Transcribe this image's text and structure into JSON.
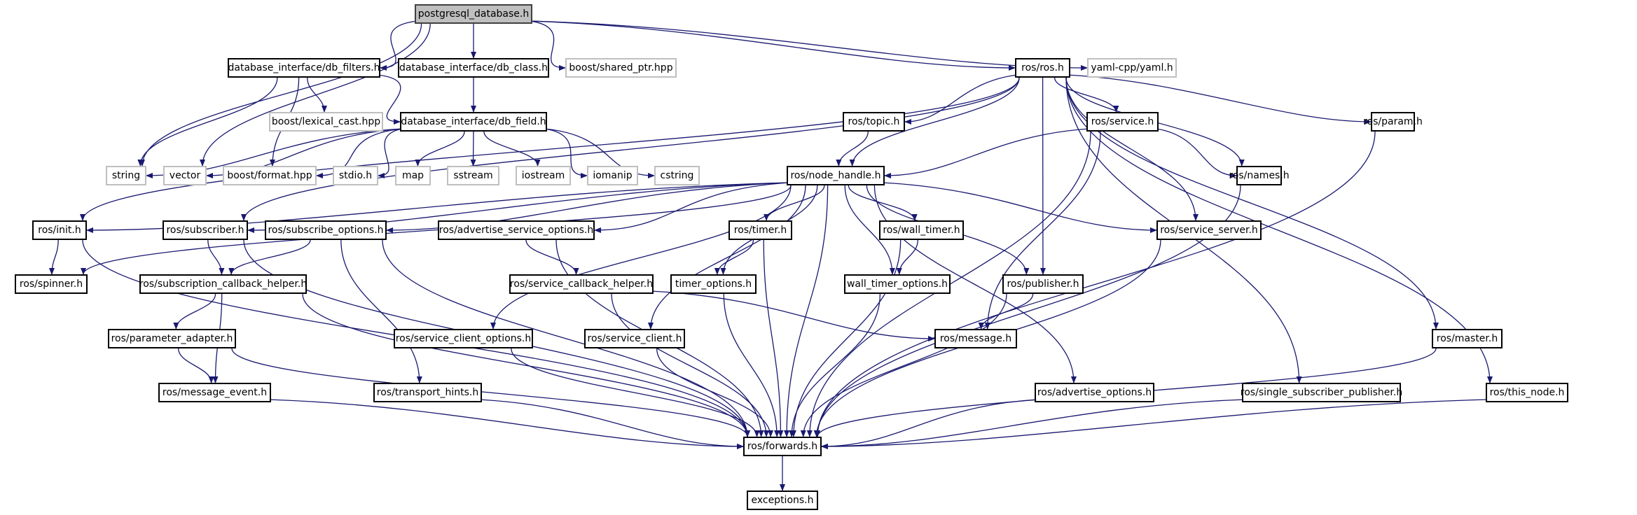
{
  "graph": {
    "type": "include-dependency-graph",
    "edge_color": "#191970",
    "root_fill": "#bfbfbf",
    "external_border": "#bfbfbf",
    "nodes": [
      {
        "id": "postgresql_database",
        "label": "postgresql_database.h",
        "kind": "root"
      },
      {
        "id": "db_filters",
        "label": "database_interface/db_filters.h",
        "kind": "local"
      },
      {
        "id": "db_class",
        "label": "database_interface/db_class.h",
        "kind": "local"
      },
      {
        "id": "shared_ptr",
        "label": "boost/shared_ptr.hpp",
        "kind": "external"
      },
      {
        "id": "ros",
        "label": "ros/ros.h",
        "kind": "local"
      },
      {
        "id": "yaml",
        "label": "yaml-cpp/yaml.h",
        "kind": "external"
      },
      {
        "id": "lexical_cast",
        "label": "boost/lexical_cast.hpp",
        "kind": "external"
      },
      {
        "id": "db_field",
        "label": "database_interface/db_field.h",
        "kind": "local"
      },
      {
        "id": "topic",
        "label": "ros/topic.h",
        "kind": "local"
      },
      {
        "id": "service",
        "label": "ros/service.h",
        "kind": "local"
      },
      {
        "id": "param",
        "label": "ros/param.h",
        "kind": "local"
      },
      {
        "id": "string",
        "label": "string",
        "kind": "external"
      },
      {
        "id": "vector",
        "label": "vector",
        "kind": "external"
      },
      {
        "id": "format",
        "label": "boost/format.hpp",
        "kind": "external"
      },
      {
        "id": "stdio",
        "label": "stdio.h",
        "kind": "external"
      },
      {
        "id": "map",
        "label": "map",
        "kind": "external"
      },
      {
        "id": "sstream",
        "label": "sstream",
        "kind": "external"
      },
      {
        "id": "iostream",
        "label": "iostream",
        "kind": "external"
      },
      {
        "id": "iomanip",
        "label": "iomanip",
        "kind": "external"
      },
      {
        "id": "cstring",
        "label": "cstring",
        "kind": "external"
      },
      {
        "id": "node_handle",
        "label": "ros/node_handle.h",
        "kind": "local"
      },
      {
        "id": "names",
        "label": "ros/names.h",
        "kind": "local"
      },
      {
        "id": "init",
        "label": "ros/init.h",
        "kind": "local"
      },
      {
        "id": "subscriber",
        "label": "ros/subscriber.h",
        "kind": "local"
      },
      {
        "id": "subscribe_options",
        "label": "ros/subscribe_options.h",
        "kind": "local"
      },
      {
        "id": "advertise_service_options",
        "label": "ros/advertise_service_options.h",
        "kind": "local"
      },
      {
        "id": "timer",
        "label": "ros/timer.h",
        "kind": "local"
      },
      {
        "id": "wall_timer",
        "label": "ros/wall_timer.h",
        "kind": "local"
      },
      {
        "id": "service_server",
        "label": "ros/service_server.h",
        "kind": "local"
      },
      {
        "id": "spinner",
        "label": "ros/spinner.h",
        "kind": "local"
      },
      {
        "id": "subscription_callback_helper",
        "label": "ros/subscription_callback_helper.h",
        "kind": "local"
      },
      {
        "id": "service_callback_helper",
        "label": "ros/service_callback_helper.h",
        "kind": "local"
      },
      {
        "id": "timer_options",
        "label": "timer_options.h",
        "kind": "local"
      },
      {
        "id": "wall_timer_options",
        "label": "wall_timer_options.h",
        "kind": "local"
      },
      {
        "id": "publisher",
        "label": "ros/publisher.h",
        "kind": "local"
      },
      {
        "id": "parameter_adapter",
        "label": "ros/parameter_adapter.h",
        "kind": "local"
      },
      {
        "id": "service_client_options",
        "label": "ros/service_client_options.h",
        "kind": "local"
      },
      {
        "id": "service_client",
        "label": "ros/service_client.h",
        "kind": "local"
      },
      {
        "id": "message",
        "label": "ros/message.h",
        "kind": "local"
      },
      {
        "id": "master",
        "label": "ros/master.h",
        "kind": "local"
      },
      {
        "id": "message_event",
        "label": "ros/message_event.h",
        "kind": "local"
      },
      {
        "id": "transport_hints",
        "label": "ros/transport_hints.h",
        "kind": "local"
      },
      {
        "id": "advertise_options",
        "label": "ros/advertise_options.h",
        "kind": "local"
      },
      {
        "id": "single_subscriber_publisher",
        "label": "ros/single_subscriber_publisher.h",
        "kind": "local"
      },
      {
        "id": "this_node",
        "label": "ros/this_node.h",
        "kind": "local"
      },
      {
        "id": "forwards",
        "label": "ros/forwards.h",
        "kind": "local"
      },
      {
        "id": "exceptions",
        "label": "exceptions.h",
        "kind": "local"
      }
    ],
    "edges": [
      [
        "postgresql_database",
        "db_filters"
      ],
      [
        "postgresql_database",
        "db_class"
      ],
      [
        "postgresql_database",
        "shared_ptr"
      ],
      [
        "postgresql_database",
        "ros"
      ],
      [
        "postgresql_database",
        "yaml"
      ],
      [
        "postgresql_database",
        "string"
      ],
      [
        "postgresql_database",
        "vector"
      ],
      [
        "db_filters",
        "lexical_cast"
      ],
      [
        "db_filters",
        "db_field"
      ],
      [
        "db_filters",
        "string"
      ],
      [
        "db_filters",
        "format"
      ],
      [
        "db_class",
        "db_field"
      ],
      [
        "db_field",
        "string"
      ],
      [
        "db_field",
        "vector"
      ],
      [
        "db_field",
        "format"
      ],
      [
        "db_field",
        "stdio"
      ],
      [
        "db_field",
        "map"
      ],
      [
        "db_field",
        "sstream"
      ],
      [
        "db_field",
        "iostream"
      ],
      [
        "db_field",
        "iomanip"
      ],
      [
        "db_field",
        "cstring"
      ],
      [
        "ros",
        "topic"
      ],
      [
        "ros",
        "node_handle"
      ],
      [
        "ros",
        "service"
      ],
      [
        "ros",
        "names"
      ],
      [
        "ros",
        "param"
      ],
      [
        "ros",
        "init"
      ],
      [
        "ros",
        "subscriber"
      ],
      [
        "ros",
        "publisher"
      ],
      [
        "ros",
        "service_server"
      ],
      [
        "ros",
        "single_subscriber_publisher"
      ],
      [
        "ros",
        "master"
      ],
      [
        "ros",
        "this_node"
      ],
      [
        "topic",
        "node_handle"
      ],
      [
        "service",
        "node_handle"
      ],
      [
        "service",
        "names"
      ],
      [
        "service",
        "message"
      ],
      [
        "service",
        "forwards"
      ],
      [
        "node_handle",
        "init"
      ],
      [
        "node_handle",
        "spinner"
      ],
      [
        "node_handle",
        "subscriber"
      ],
      [
        "node_handle",
        "subscribe_options"
      ],
      [
        "node_handle",
        "advertise_service_options"
      ],
      [
        "node_handle",
        "service_client_options"
      ],
      [
        "node_handle",
        "service_client"
      ],
      [
        "node_handle",
        "timer"
      ],
      [
        "node_handle",
        "timer_options"
      ],
      [
        "node_handle",
        "wall_timer"
      ],
      [
        "node_handle",
        "wall_timer_options"
      ],
      [
        "node_handle",
        "publisher"
      ],
      [
        "node_handle",
        "advertise_options"
      ],
      [
        "node_handle",
        "service_server"
      ],
      [
        "node_handle",
        "forwards"
      ],
      [
        "init",
        "spinner"
      ],
      [
        "init",
        "forwards"
      ],
      [
        "subscriber",
        "subscription_callback_helper"
      ],
      [
        "subscriber",
        "forwards"
      ],
      [
        "subscribe_options",
        "subscription_callback_helper"
      ],
      [
        "subscribe_options",
        "transport_hints"
      ],
      [
        "subscribe_options",
        "forwards"
      ],
      [
        "subscription_callback_helper",
        "parameter_adapter"
      ],
      [
        "subscription_callback_helper",
        "message_event"
      ],
      [
        "subscription_callback_helper",
        "forwards"
      ],
      [
        "parameter_adapter",
        "message_event"
      ],
      [
        "parameter_adapter",
        "forwards"
      ],
      [
        "message_event",
        "forwards"
      ],
      [
        "transport_hints",
        "forwards"
      ],
      [
        "advertise_service_options",
        "service_callback_helper"
      ],
      [
        "advertise_service_options",
        "forwards"
      ],
      [
        "service_callback_helper",
        "message"
      ],
      [
        "service_callback_helper",
        "forwards"
      ],
      [
        "service_client_options",
        "forwards"
      ],
      [
        "service_client",
        "forwards"
      ],
      [
        "timer",
        "timer_options"
      ],
      [
        "timer",
        "forwards"
      ],
      [
        "timer_options",
        "forwards"
      ],
      [
        "wall_timer",
        "wall_timer_options"
      ],
      [
        "wall_timer",
        "forwards"
      ],
      [
        "wall_timer_options",
        "forwards"
      ],
      [
        "publisher",
        "message"
      ],
      [
        "publisher",
        "forwards"
      ],
      [
        "service_server",
        "forwards"
      ],
      [
        "names",
        "forwards"
      ],
      [
        "master",
        "forwards"
      ],
      [
        "advertise_options",
        "forwards"
      ],
      [
        "single_subscriber_publisher",
        "forwards"
      ],
      [
        "this_node",
        "forwards"
      ],
      [
        "param",
        "forwards"
      ],
      [
        "forwards",
        "exceptions"
      ]
    ]
  }
}
